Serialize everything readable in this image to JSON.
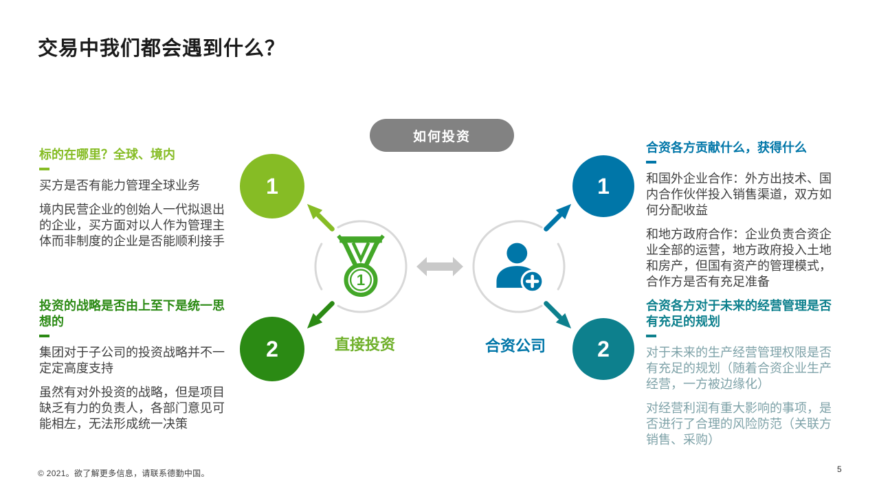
{
  "slide_title": "交易中我们都会遇到什么？",
  "center": {
    "pill_label": "如何投资",
    "direct_investment_label": "直接投资",
    "joint_venture_label": "合资公司",
    "medal_number": "1"
  },
  "left_column": {
    "block1": {
      "number": "1",
      "heading": "标的在哪里？全球、境内",
      "paragraphs": [
        "买方是否有能力管理全球业务",
        "境内民营企业的创始人一代拟退出的企业，买方面对以人作为管理主体而非制度的企业是否能顺利接手"
      ]
    },
    "block2": {
      "number": "2",
      "heading": "投资的战略是否由上至下是统一思想的",
      "paragraphs": [
        "集团对于子公司的投资战略并不一定定高度支持",
        "虽然有对外投资的战略，但是项目缺乏有力的负责人，各部门意见可能相左，无法形成统一决策"
      ]
    }
  },
  "right_column": {
    "block1": {
      "number": "1",
      "heading": "合资各方贡献什么，获得什么",
      "paragraphs": [
        "和国外企业合作：外方出技术、国内合作伙伴投入销售渠道，双方如何分配收益",
        "和地方政府合作：企业负责合资企业全部的运营，地方政府投入土地和房产，但国有资产的管理模式，合作方是否有充足准备"
      ]
    },
    "block2": {
      "number": "2",
      "heading": "合资各方对于未来的经营管理是否有充足的规划",
      "paragraphs": [
        "对于未来的生产经营管理权限是否有充足的规划（随着合资企业生产经营，一方被边缘化）",
        "对经营利润有重大影响的事项，是否进行了合理的风险防范（关联方销售、采购）"
      ]
    }
  },
  "footer": {
    "copyright": "© 2021。欲了解更多信息，请联系德勤中国。",
    "page_number": "5"
  },
  "colors": {
    "light_green": "#86BC25",
    "medal_green": "#43A728",
    "dark_green": "#2B8A14",
    "blue": "#0076A8",
    "teal": "#0D808D",
    "muted_teal_text": "#7EA2A8",
    "pill_gray": "#828282",
    "ring_gray": "#D8D8D8",
    "arrow_gray": "#C9C9C9",
    "body_text": "#404040"
  }
}
